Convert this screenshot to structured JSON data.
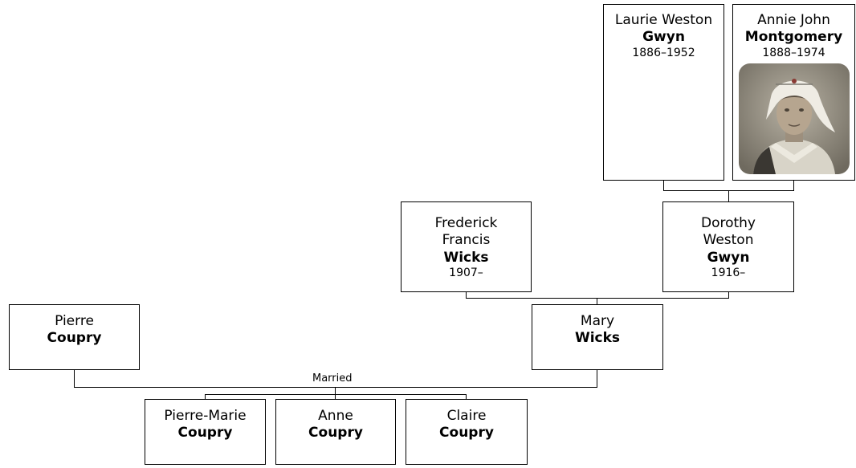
{
  "people": {
    "laurie": {
      "given": "Laurie Weston",
      "surname": "Gwyn",
      "dates": "1886–1952"
    },
    "annie": {
      "given": "Annie John",
      "surname": "Montgomery",
      "dates": "1888–1974",
      "photo": "portrait-photo"
    },
    "frederick": {
      "given": "Frederick Francis",
      "surname": "Wicks",
      "dates": "1907–"
    },
    "dorothy": {
      "given": "Dorothy Weston",
      "surname": "Gwyn",
      "dates": "1916–"
    },
    "pierre": {
      "given": "Pierre",
      "surname": "Coupry"
    },
    "mary": {
      "given": "Mary",
      "surname": "Wicks"
    },
    "pierre_marie": {
      "given": "Pierre-Marie",
      "surname": "Coupry"
    },
    "anne": {
      "given": "Anne",
      "surname": "Coupry"
    },
    "claire": {
      "given": "Claire",
      "surname": "Coupry"
    }
  },
  "relations": {
    "married_label": "Married"
  },
  "colors": {
    "line": "#000000",
    "box_border": "#000000",
    "background": "#ffffff"
  }
}
